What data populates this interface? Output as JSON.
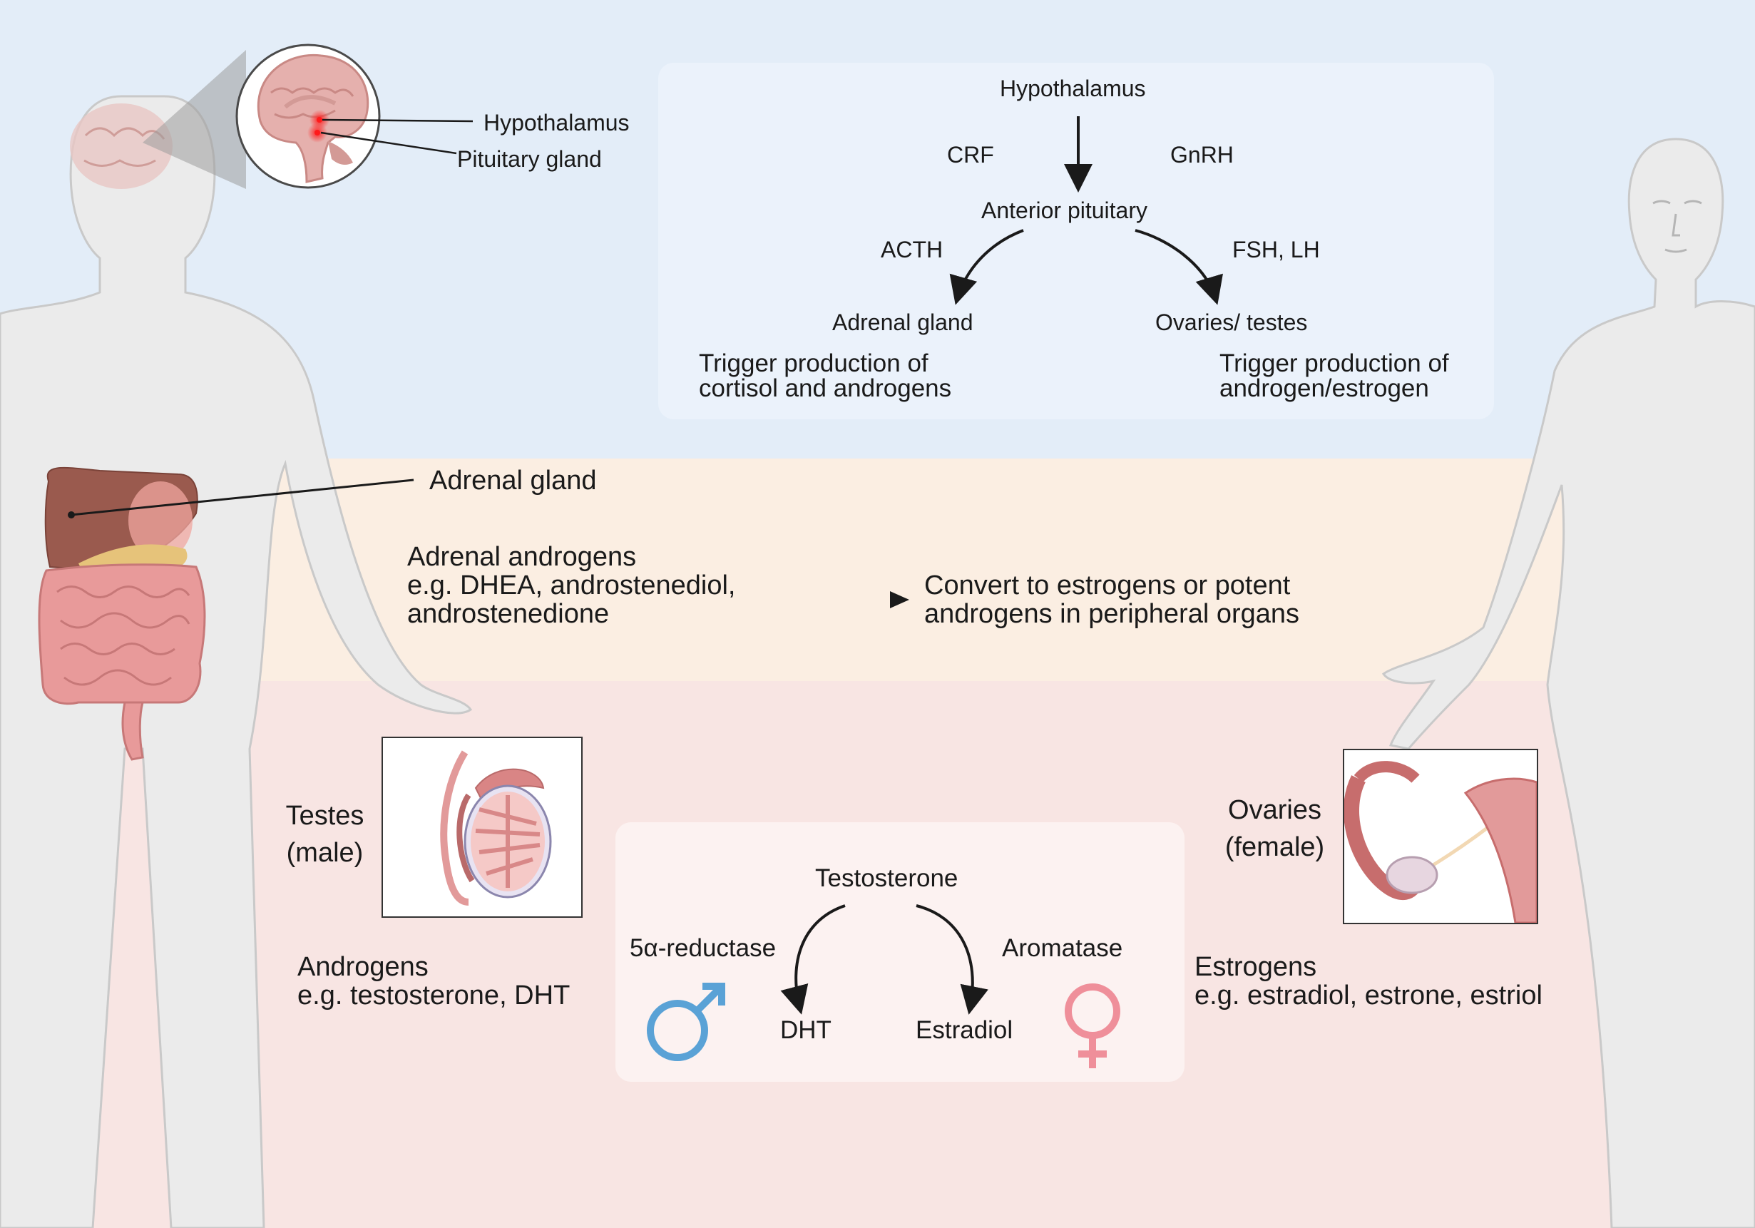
{
  "colors": {
    "band_top": "#e3edf8",
    "band_mid": "#fbeee2",
    "band_bottom": "#f8e5e3",
    "male_symbol": "#5aa2d6",
    "female_symbol": "#ef8f9a",
    "organ_intestine": "#e89a9a",
    "organ_liver": "#9a5a4e"
  },
  "brain_callout": {
    "hypothalamus": "Hypothalamus",
    "pituitary": "Pituitary gland"
  },
  "hpa_axis": {
    "top": "Hypothalamus",
    "left_hormone": "CRF",
    "right_hormone": "GnRH",
    "middle": "Anterior pituitary",
    "left_branch_hormone": "ACTH",
    "right_branch_hormone": "FSH, LH",
    "left_target": "Adrenal gland",
    "right_target": "Ovaries/ testes",
    "left_effect_line1": "Trigger production of",
    "left_effect_line2": "cortisol and androgens",
    "right_effect_line1": "Trigger production of",
    "right_effect_line2": "androgen/estrogen"
  },
  "adrenal": {
    "label": "Adrenal gland",
    "androgens_line1": "Adrenal androgens",
    "androgens_line2": "e.g. DHEA, androstenediol,",
    "androgens_line3": "androstenedione",
    "convert_line1": "Convert to estrogens or potent",
    "convert_line2": "androgens in peripheral organs"
  },
  "gonads": {
    "testes_line1": "Testes",
    "testes_line2": "(male)",
    "ovaries_line1": "Ovaries",
    "ovaries_line2": "(female)",
    "androgens_line1": "Androgens",
    "androgens_line2": "e.g. testosterone, DHT",
    "estrogens_line1": "Estrogens",
    "estrogens_line2": "e.g. estradiol, estrone, estriol"
  },
  "conversion": {
    "source": "Testosterone",
    "left_enzyme": "5α-reductase",
    "right_enzyme": "Aromatase",
    "left_product": "DHT",
    "right_product": "Estradiol",
    "male_symbol_icon": "male-symbol-icon",
    "female_symbol_icon": "female-symbol-icon"
  }
}
